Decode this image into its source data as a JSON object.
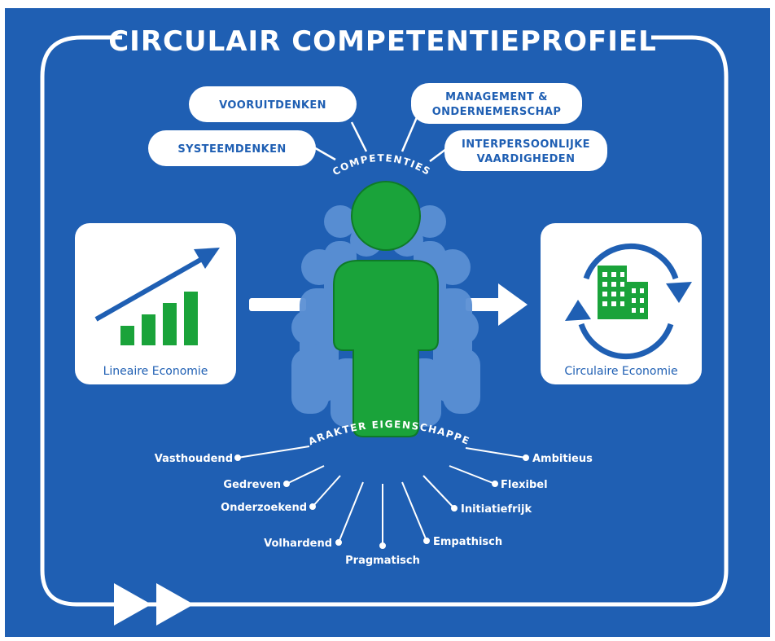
{
  "title": "CIRCULAIR COMPETENTIEPROFIEL",
  "competencies_label": "COMPETENTIES",
  "traits_label": "KARAKTER EIGENSCHAPPEN",
  "competencies": [
    {
      "text": [
        "VOORUITDENKEN"
      ]
    },
    {
      "text": [
        "SYSTEEMDENKEN"
      ]
    },
    {
      "text": [
        "MANAGEMENT &",
        "ONDERNEMERSCHAP"
      ]
    },
    {
      "text": [
        "INTERPERSOONLIJKE",
        "VAARDIGHEDEN"
      ]
    }
  ],
  "left_card": {
    "label": "Lineaire Economie",
    "icon": "growth-chart-icon"
  },
  "right_card": {
    "label": "Circulaire Economie",
    "icon": "recycle-buildings-icon"
  },
  "traits": [
    "Vasthoudend",
    "Gedreven",
    "Onderzoekend",
    "Volhardend",
    "Pragmatisch",
    "Empathisch",
    "Initiatiefrijk",
    "Flexibel",
    "Ambitieus"
  ],
  "colors": {
    "background": "#1f5fb3",
    "green": "#1aa33a",
    "light_person": "#5b90d4",
    "white": "#ffffff"
  }
}
